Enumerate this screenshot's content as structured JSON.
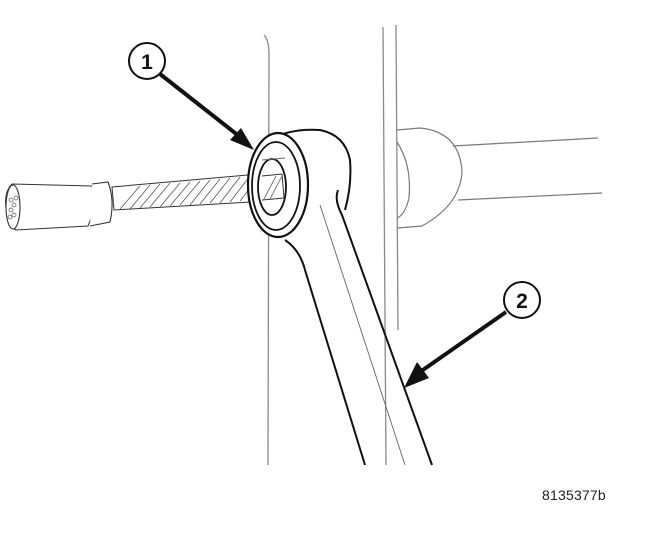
{
  "figure": {
    "id": "8135377b",
    "description": "Cable/driver tool inserted through bushing at end of arm; arm shown against vertical panel with cylindrical boss on right"
  },
  "callouts": [
    {
      "number": "1",
      "target": "bushing"
    },
    {
      "number": "2",
      "target": "arm"
    }
  ],
  "colors": {
    "background": "#ffffff",
    "line_dark": "#111111",
    "line_light": "#888888"
  }
}
